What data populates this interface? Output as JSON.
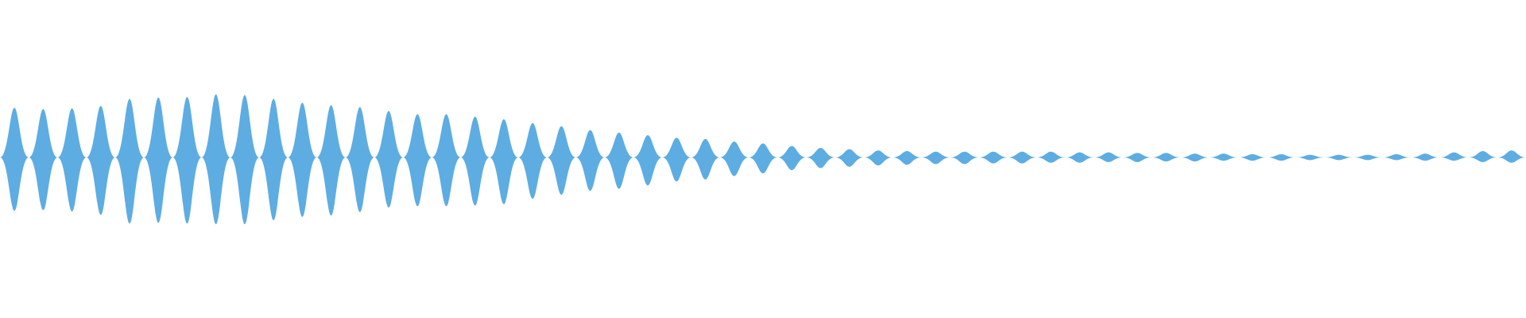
{
  "waveform": {
    "color": "#5dade2",
    "background": "#ffffff",
    "lobe_count": 53,
    "amplitudes_top": [
      0.78,
      0.76,
      0.77,
      0.81,
      0.92,
      0.94,
      0.95,
      0.99,
      0.98,
      0.92,
      0.86,
      0.82,
      0.79,
      0.73,
      0.68,
      0.68,
      0.64,
      0.6,
      0.54,
      0.49,
      0.43,
      0.39,
      0.35,
      0.31,
      0.29,
      0.25,
      0.22,
      0.18,
      0.15,
      0.13,
      0.11,
      0.1,
      0.09,
      0.09,
      0.09,
      0.09,
      0.09,
      0.08,
      0.08,
      0.07,
      0.07,
      0.06,
      0.06,
      0.05,
      0.05,
      0.04,
      0.04,
      0.04,
      0.05,
      0.06,
      0.08,
      0.1,
      0.11
    ],
    "amplitudes_bottom": [
      0.8,
      0.79,
      0.81,
      0.86,
      0.99,
      0.98,
      0.99,
      1.0,
      1.0,
      0.94,
      0.89,
      0.87,
      0.82,
      0.75,
      0.73,
      0.73,
      0.72,
      0.7,
      0.62,
      0.56,
      0.5,
      0.47,
      0.42,
      0.36,
      0.33,
      0.28,
      0.24,
      0.19,
      0.16,
      0.14,
      0.12,
      0.11,
      0.1,
      0.1,
      0.09,
      0.09,
      0.08,
      0.08,
      0.07,
      0.07,
      0.06,
      0.06,
      0.05,
      0.05,
      0.05,
      0.04,
      0.04,
      0.04,
      0.04,
      0.05,
      0.05,
      0.07,
      0.08
    ]
  }
}
